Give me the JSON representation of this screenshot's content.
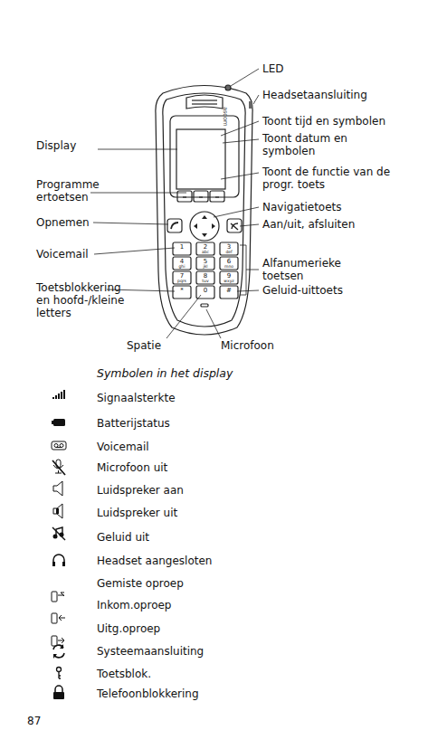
{
  "diagram": {
    "labels": [
      "LED",
      "Headsetaansluiting",
      "Toont tijd en symbolen",
      "Toont datum en symbolen",
      "Toont de functie van de progr. toets",
      "Navigatietoets",
      "Aan/uit, afsluiten",
      "Alfanumerieke toetsen",
      "Geluid-uittoets",
      "Display",
      "Programme ertoetsen",
      "Opnemen",
      "Voicemail",
      "Toetsblokkering en hoofd-/kleine letters",
      "Spatie",
      "Microfoon",
      "Symbolen in het display",
      "87",
      "ascom",
      "1",
      "2",
      "3",
      "4",
      "5",
      "6",
      "7",
      "8",
      "9",
      "*",
      "0",
      "#",
      "abc",
      "def",
      "ghi",
      "jkl",
      "mno",
      "pqrs",
      "tuv",
      "wxyz"
    ],
    "legend": [
      {
        "text": "Signaalsterkte"
      },
      {
        "text": "Batterijstatus"
      },
      {
        "text": "Voicemail"
      },
      {
        "text": "Microfoon uit"
      },
      {
        "text": "Luidspreker aan"
      },
      {
        "text": "Luidspreker uit"
      },
      {
        "text": "Geluid uit"
      },
      {
        "text": "Headset aangesloten"
      },
      {
        "text": "Gemiste oproep"
      },
      {
        "text": "Inkom.oproep"
      },
      {
        "text": "Uitg.oproep"
      },
      {
        "text": "Systeemaansluiting"
      },
      {
        "text": "Toetsblok."
      },
      {
        "text": "Telefoonblokkering"
      }
    ]
  }
}
